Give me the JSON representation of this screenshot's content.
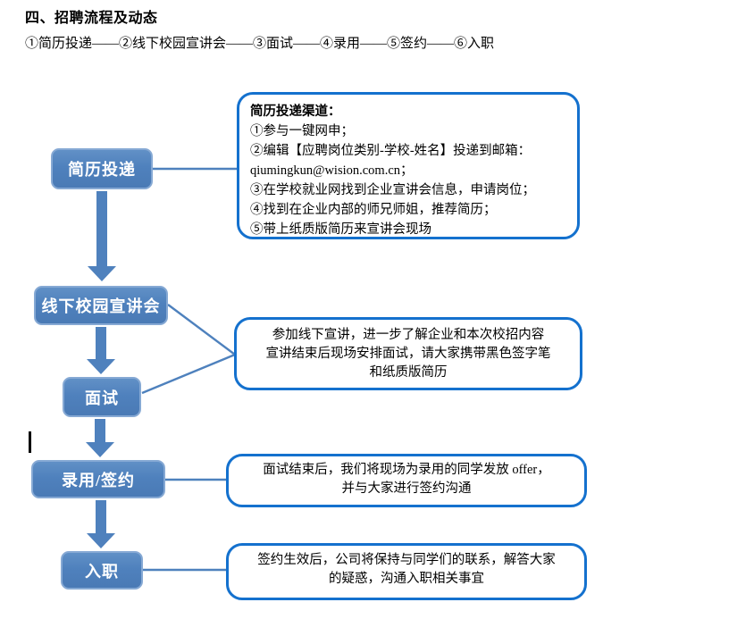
{
  "header": {
    "title": "四、招聘流程及动态",
    "subtitle": "①简历投递——②线下校园宣讲会——③面试——④录用——⑤签约——⑥入职"
  },
  "flow": {
    "steps": [
      {
        "label": "简历投递"
      },
      {
        "label": "线下校园宣讲会"
      },
      {
        "label": "面试"
      },
      {
        "label": "录用/签约"
      },
      {
        "label": "入职"
      }
    ]
  },
  "callouts": [
    {
      "title": "简历投递渠道：",
      "lines": [
        "①参与一键网申；",
        "②编辑【应聘岗位类别-学校-姓名】投递到邮箱：",
        "qiumingkun@wision.com.cn；",
        "③在学校就业网找到企业宣讲会信息，申请岗位；",
        "④找到在企业内部的师兄师姐，推荐简历；",
        "⑤带上纸质版简历来宣讲会现场"
      ]
    },
    {
      "lines": [
        "参加线下宣讲，进一步了解企业和本次校招内容",
        "宣讲结束后现场安排面试，请大家携带黑色签字笔",
        "和纸质版简历"
      ]
    },
    {
      "lines": [
        "面试结束后，我们将现场为录用的同学发放 offer，",
        "并与大家进行签约沟通"
      ]
    },
    {
      "lines": [
        "签约生效后，公司将保持与同学们的联系，解答大家",
        "的疑惑，沟通入职相关事宜"
      ]
    }
  ],
  "colors": {
    "shape_fill": "#4f81bd",
    "shape_border": "#86a9d4",
    "callout_border": "#1471ce",
    "connector": "#4e81bd",
    "text": "#000000",
    "shape_text": "#ffffff"
  }
}
